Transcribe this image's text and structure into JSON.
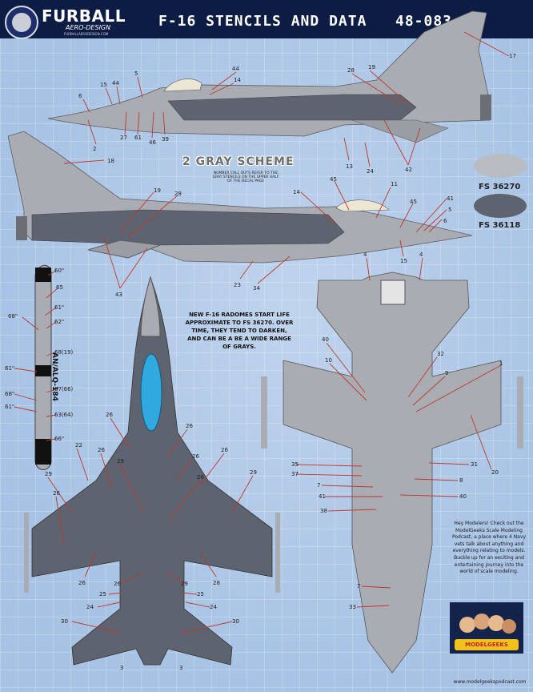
{
  "header": {
    "brand": "FURBALL",
    "brand_sub": "AERO-DESIGN",
    "brand_url": "FURBALLAERODESIGN.COM",
    "title": "F-16 STENCILS AND DATA",
    "catalog_no": "48-083"
  },
  "scheme": {
    "title": "2 GRAY SCHEME",
    "note": "NUMBER CALL OUTS REFER TO THE GRAY STENCILS ON THE UPPER HALF OF THE DECAL PAGE"
  },
  "swatches": [
    {
      "label": "FS 36270",
      "color": "#b9bcc2"
    },
    {
      "label": "FS 36118",
      "color": "#5d636f"
    }
  ],
  "radome_note": "NEW F-16 RADOMES START LIFE APPROXIMATE TO FS 36270. OVER TIME, THEY TEND TO DARKEN, AND CAN BE A BE A WIDE RANGE OF GRAYS.",
  "pod_label": "AN/ALQ-184",
  "podcast": {
    "text": "Hey Modelers! Check out the ModelGeeks Scale Modeling Podcast, a place where 4 Navy vets talk about anything and everything relating to models. Buckle up for an exciting and entertaining journey into the world of scale modeling.",
    "logo_text": "MODELGEEKS",
    "url": "www.modelgeekspodcast.com"
  },
  "callouts": {
    "side_top": [
      "44",
      "14",
      "5",
      "15",
      "44",
      "6",
      "2",
      "27",
      "61",
      "46",
      "39",
      "28",
      "19",
      "17",
      "13",
      "24",
      "42"
    ],
    "side_bottom": [
      "18",
      "19",
      "28",
      "14",
      "45",
      "11",
      "45",
      "41",
      "5",
      "6",
      "15",
      "4",
      "23",
      "34",
      "43"
    ],
    "pod": [
      "60\"",
      "65",
      "61\"",
      "68\"",
      "62\"",
      "68(19)",
      "61\"",
      "67(66)",
      "68\"",
      "61\"",
      "63(64)",
      "66\""
    ],
    "top_view": [
      "26",
      "26",
      "22",
      "26",
      "26",
      "26",
      "29",
      "29",
      "26",
      "29",
      "26",
      "26",
      "28",
      "26",
      "29",
      "29",
      "28",
      "25",
      "25",
      "28",
      "24",
      "24",
      "30",
      "30",
      "3",
      "3"
    ],
    "bottom_view": [
      "4",
      "4",
      "40",
      "10",
      "32",
      "9",
      "1",
      "20",
      "35",
      "37",
      "7",
      "41",
      "38",
      "31",
      "8",
      "40",
      "7",
      "33"
    ]
  }
}
